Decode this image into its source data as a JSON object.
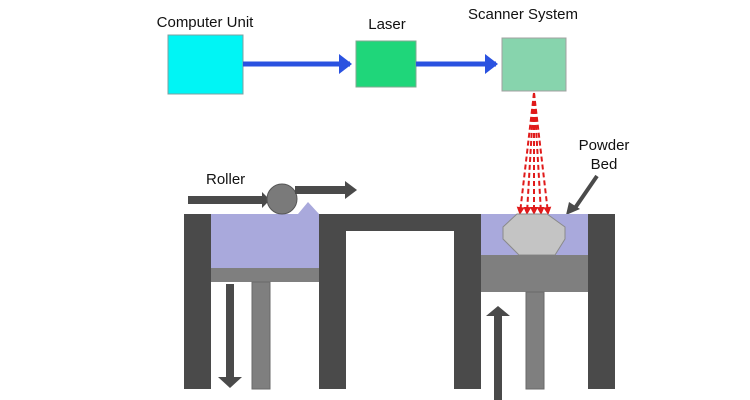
{
  "title": "Selective Laser Sintering process schematic",
  "colors": {
    "computer_unit": "#00f5f5",
    "laser": "#1fd67a",
    "scanner": "#87d4ad",
    "signal_arrow": "#2a52e0",
    "laser_beam": "#e01a1a",
    "powder": "#a9a9dc",
    "platform": "#7f7f7f",
    "frame": "#4a4a4a",
    "part": "#c4c4c4",
    "roller": "#7a7a7a"
  },
  "labels": {
    "computer_unit": "Computer Unit",
    "laser": "Laser",
    "scanner_system": "Scanner System",
    "roller": "Roller",
    "powder_bed_line1": "Powder",
    "powder_bed_line2": "Bed"
  }
}
